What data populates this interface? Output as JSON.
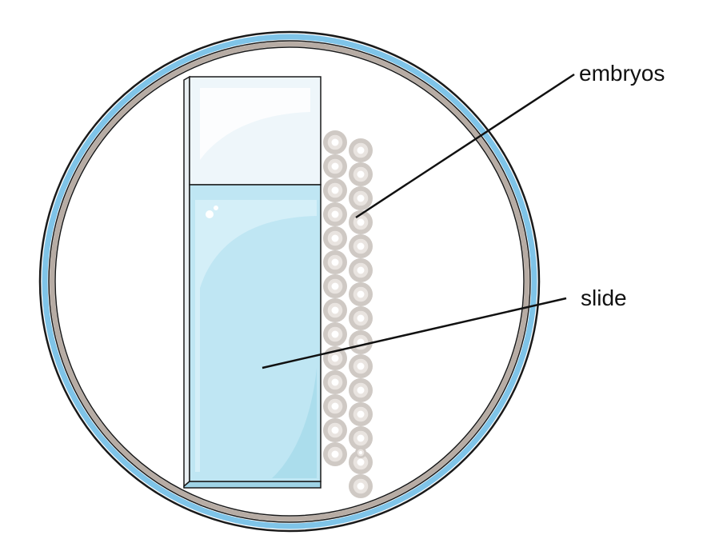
{
  "labels": {
    "embryos": "embryos",
    "slide": "slide"
  },
  "colors": {
    "dish_rim_outer": "#7fc4e8",
    "dish_rim_inner": "#b7aca4",
    "slide_liquid": "#bfe6f3",
    "slide_frost": "#eef6fa",
    "embryo_outer": "#cfc9c4",
    "embryo_inner": "#e9e4e0",
    "leader_line": "#111111"
  },
  "embryo_columns": [
    14,
    15
  ]
}
